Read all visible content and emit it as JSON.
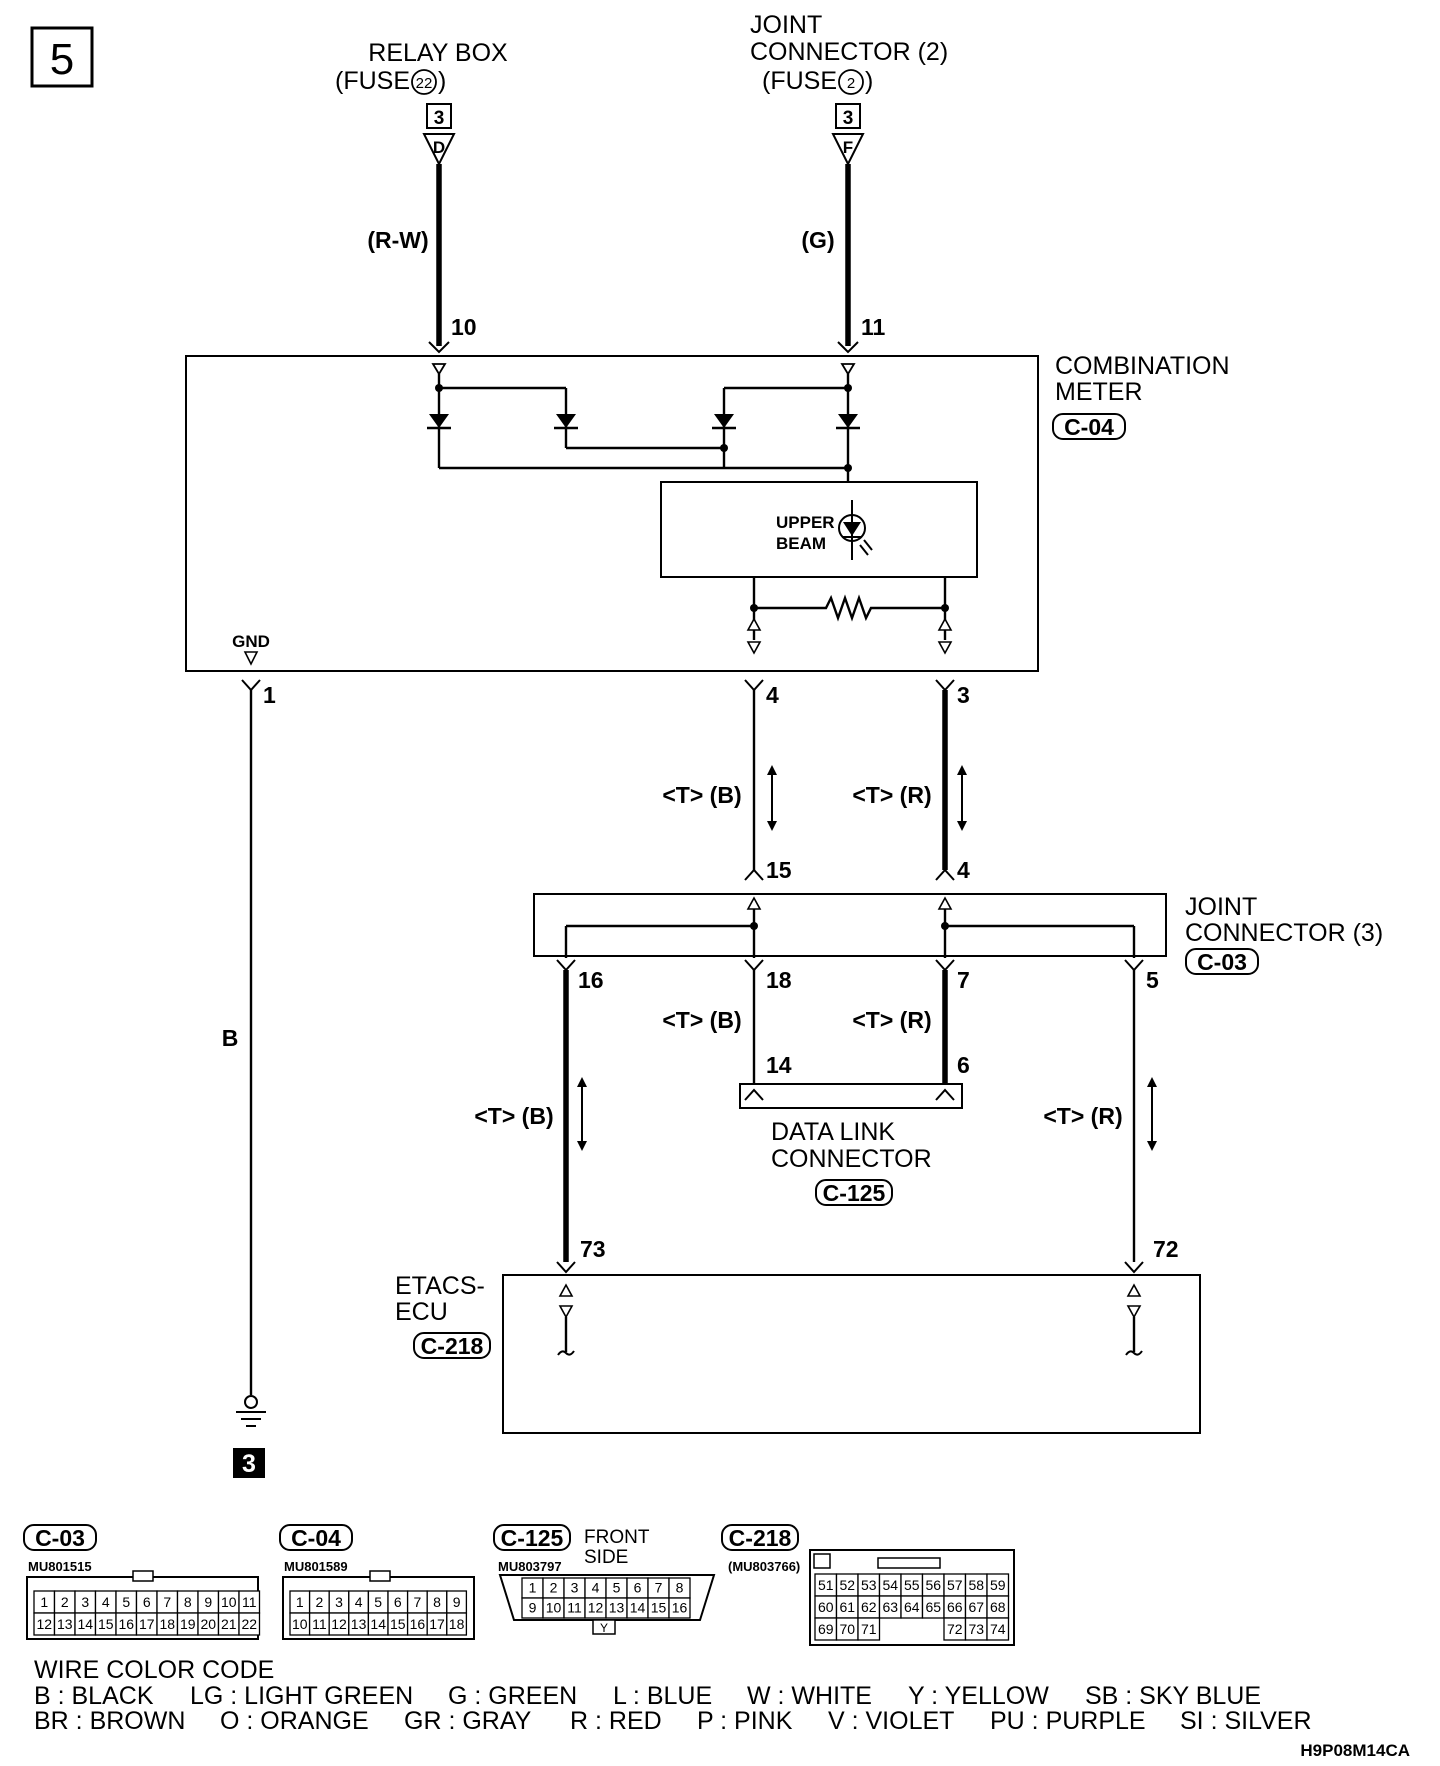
{
  "page_number": "5",
  "relay_box": {
    "line1": "RELAY BOX",
    "fuse_text": "(FUSE ",
    "fuse_num": "22",
    "fuse_close": ")",
    "conn_num": "3",
    "conn_letter": "D",
    "wire_color": "(R-W)",
    "pin": "10"
  },
  "joint_connector_2": {
    "line1": "JOINT",
    "line2": "CONNECTOR (2)",
    "fuse_text": "(FUSE ",
    "fuse_num": "2",
    "fuse_close": ")",
    "conn_num": "3",
    "conn_letter": "F",
    "wire_color": "(G)",
    "pin": "11"
  },
  "combination_meter": {
    "line1": "COMBINATION",
    "line2": "METER",
    "code": "C-04",
    "gnd_label": "GND",
    "lamp_line1": "UPPER",
    "lamp_line2": "BEAM"
  },
  "meter_pins": {
    "gnd": "1",
    "b": "4",
    "r": "3"
  },
  "wire_labels": {
    "t_b": "<T> (B)",
    "t_r": "<T> (R)",
    "gnd_color": "B"
  },
  "joint_connector_3": {
    "line1": "JOINT",
    "line2": "CONNECTOR (3)",
    "code": "C-03",
    "pin_in_b": "15",
    "pin_in_r": "4",
    "pin_16": "16",
    "pin_18": "18",
    "pin_7": "7",
    "pin_5": "5"
  },
  "data_link_connector": {
    "line1": "DATA LINK",
    "line2": "CONNECTOR",
    "code": "C-125",
    "pin_14": "14",
    "pin_6": "6"
  },
  "etacs_ecu": {
    "line1": "ETACS-",
    "line2": "ECU",
    "code": "C-218",
    "pin_73": "73",
    "pin_72": "72"
  },
  "ground_point": "3",
  "connector_views": [
    {
      "code": "C-03",
      "part": "MU801515",
      "rows": [
        [
          "1",
          "2",
          "3",
          "4",
          "5",
          "6",
          "7",
          "8",
          "9",
          "10",
          "11"
        ],
        [
          "12",
          "13",
          "14",
          "15",
          "16",
          "17",
          "18",
          "19",
          "20",
          "21",
          "22"
        ]
      ]
    },
    {
      "code": "C-04",
      "part": "MU801589",
      "rows": [
        [
          "1",
          "2",
          "3",
          "4",
          "5",
          "6",
          "7",
          "8",
          "9"
        ],
        [
          "10",
          "11",
          "12",
          "13",
          "14",
          "15",
          "16",
          "17",
          "18"
        ]
      ]
    },
    {
      "code": "C-125",
      "part": "MU803797",
      "side_line1": "FRONT",
      "side_line2": "SIDE",
      "key": "Y",
      "rows": [
        [
          "1",
          "2",
          "3",
          "4",
          "5",
          "6",
          "7",
          "8"
        ],
        [
          "9",
          "10",
          "11",
          "12",
          "13",
          "14",
          "15",
          "16"
        ]
      ]
    },
    {
      "code": "C-218",
      "part": "(MU803766)",
      "rows": [
        [
          "51",
          "52",
          "53",
          "54",
          "55",
          "56",
          "57",
          "58",
          "59"
        ],
        [
          "60",
          "61",
          "62",
          "63",
          "64",
          "65",
          "66",
          "67",
          "68"
        ],
        [
          "69",
          "70",
          "71",
          "",
          "",
          "",
          "72",
          "73",
          "74"
        ]
      ]
    }
  ],
  "wire_color_code": {
    "title": "WIRE COLOR CODE",
    "row1": [
      {
        "text": "B : BLACK"
      },
      {
        "text": "LG : LIGHT GREEN"
      },
      {
        "text": "G : GREEN"
      },
      {
        "text": "L : BLUE"
      },
      {
        "text": "W : WHITE"
      },
      {
        "text": "Y : YELLOW"
      },
      {
        "text": "SB : SKY BLUE"
      }
    ],
    "row2": [
      {
        "text": "BR : BROWN"
      },
      {
        "text": "O : ORANGE"
      },
      {
        "text": "GR : GRAY"
      },
      {
        "text": "R : RED"
      },
      {
        "text": "P : PINK"
      },
      {
        "text": "V : VIOLET"
      },
      {
        "text": "PU : PURPLE"
      },
      {
        "text": "SI : SILVER"
      }
    ]
  },
  "figure_code": "H9P08M14CA"
}
